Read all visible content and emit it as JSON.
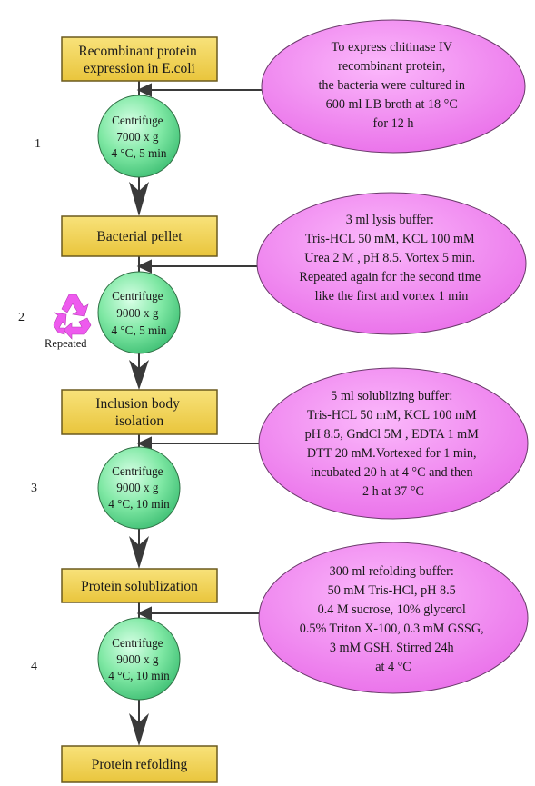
{
  "colors": {
    "box_fill": "#f2d24a",
    "box_stroke": "#6b5a1e",
    "ellipse_fill": "#f07ef0",
    "ellipse_stroke": "#6a3a6a",
    "circle_fill": "#7fe8a4",
    "circle_stroke": "#2f6f44",
    "arrow": "#3a3a3a",
    "recycle_icon": "#ee5aee"
  },
  "boxes": [
    {
      "lines": [
        "Recombinant protein",
        "expression in E.coli"
      ]
    },
    {
      "lines": [
        "Bacterial pellet"
      ]
    },
    {
      "lines": [
        "Inclusion body",
        "isolation"
      ]
    },
    {
      "lines": [
        "Protein solublization"
      ]
    },
    {
      "lines": [
        "Protein refolding"
      ]
    }
  ],
  "centrifuges": [
    {
      "lines": [
        "Centrifuge",
        "7000 x g",
        "4 °C, 5 min"
      ]
    },
    {
      "lines": [
        "Centrifuge",
        "9000 x g",
        "4 °C, 5 min"
      ]
    },
    {
      "lines": [
        "Centrifuge",
        "9000 x g",
        "4 °C, 10 min"
      ]
    },
    {
      "lines": [
        "Centrifuge",
        "9000 x g",
        "4 °C, 10 min"
      ]
    }
  ],
  "steps": [
    "1",
    "2",
    "3",
    "4"
  ],
  "notes": [
    {
      "lines": [
        "To express chitinase IV",
        "recombinant protein,",
        "the bacteria were cultured in",
        "600 ml LB broth at 18 °C",
        "for 12 h"
      ]
    },
    {
      "lines": [
        "3 ml lysis buffer:",
        "Tris-HCL 50 mM, KCL 100 mM",
        "Urea 2  M , pH 8.5. Vortex 5 min.",
        "Repeated again for the second time",
        "like the first and vortex 1 min"
      ]
    },
    {
      "lines": [
        "5 ml solublizing buffer:",
        "Tris-HCL 50 mM,  KCL 100 mM",
        "pH 8.5, GndCl  5M , EDTA 1 mM",
        "DTT 20 mM.Vortexed for 1 min,",
        "incubated 20 h at 4 °C and then",
        "2 h at 37 °C"
      ]
    },
    {
      "lines": [
        "300 ml refolding buffer:",
        "50 mM Tris-HCl, pH 8.5",
        "0.4  M   sucrose, 10% glycerol",
        "0.5% Triton X-100, 0.3 mM GSSG,",
        "3 mM GSH. Stirred 24h",
        "at 4 °C"
      ]
    }
  ],
  "repeat_label": "Repeated",
  "repeat_icon": "recycle-icon"
}
